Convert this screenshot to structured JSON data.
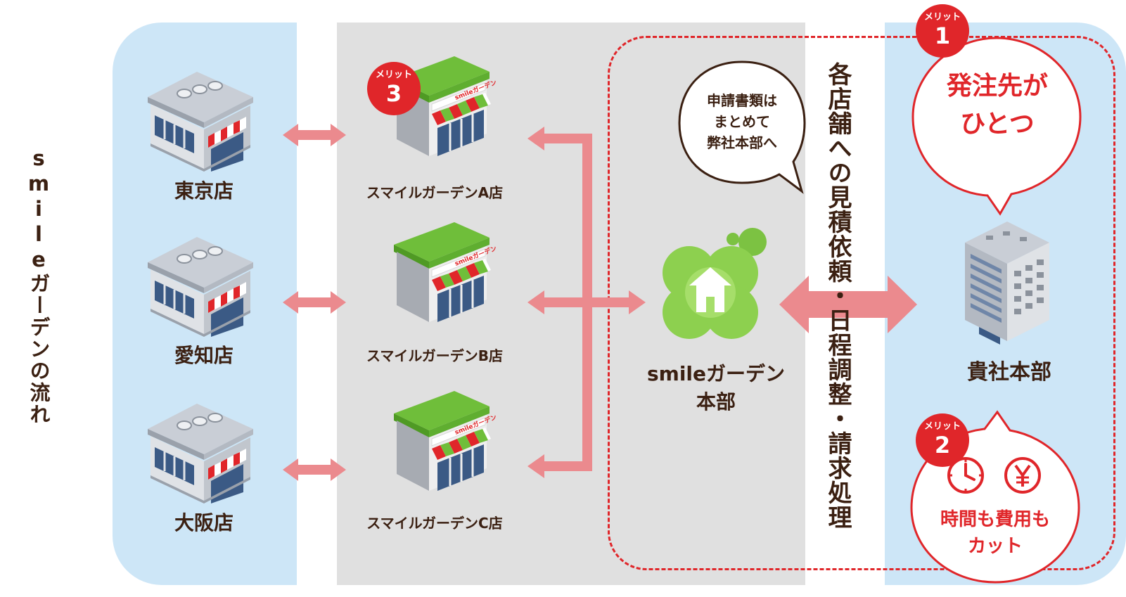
{
  "vertical_title": "smileガーデンの流れ",
  "client_stores": [
    {
      "label": "東京店"
    },
    {
      "label": "愛知店"
    },
    {
      "label": "大阪店"
    }
  ],
  "sg_stores": [
    {
      "label": "スマイルガーデンA店"
    },
    {
      "label": "スマイルガーデンB店"
    },
    {
      "label": "スマイルガーデンC店"
    }
  ],
  "store_sign": "smileガーデン",
  "hq": {
    "label_line1": "smileガーデン",
    "label_line2": "本部",
    "bubble": [
      "申請書類は",
      "まとめて",
      "弊社本部へ"
    ]
  },
  "process_text": "各店舗への見積依頼・日程調整・請求処理",
  "client_hq_label": "貴社本部",
  "merits": [
    {
      "badge_label": "メリット",
      "number": "1",
      "text": [
        "発注先が",
        "ひとつ"
      ]
    },
    {
      "badge_label": "メリット",
      "number": "2",
      "text": [
        "時間も費用も",
        "カット"
      ]
    },
    {
      "badge_label": "メリット",
      "number": "3"
    }
  ],
  "merit2_icons": [
    "clock-icon",
    "yen-icon"
  ],
  "colors": {
    "blue_panel": "#cde6f7",
    "gray_panel": "#e0e0e0",
    "accent_red": "#e0262a",
    "arrow_pink": "#eb8a8e",
    "text_brown": "#3b2012",
    "clover_green": "#7cc242"
  }
}
